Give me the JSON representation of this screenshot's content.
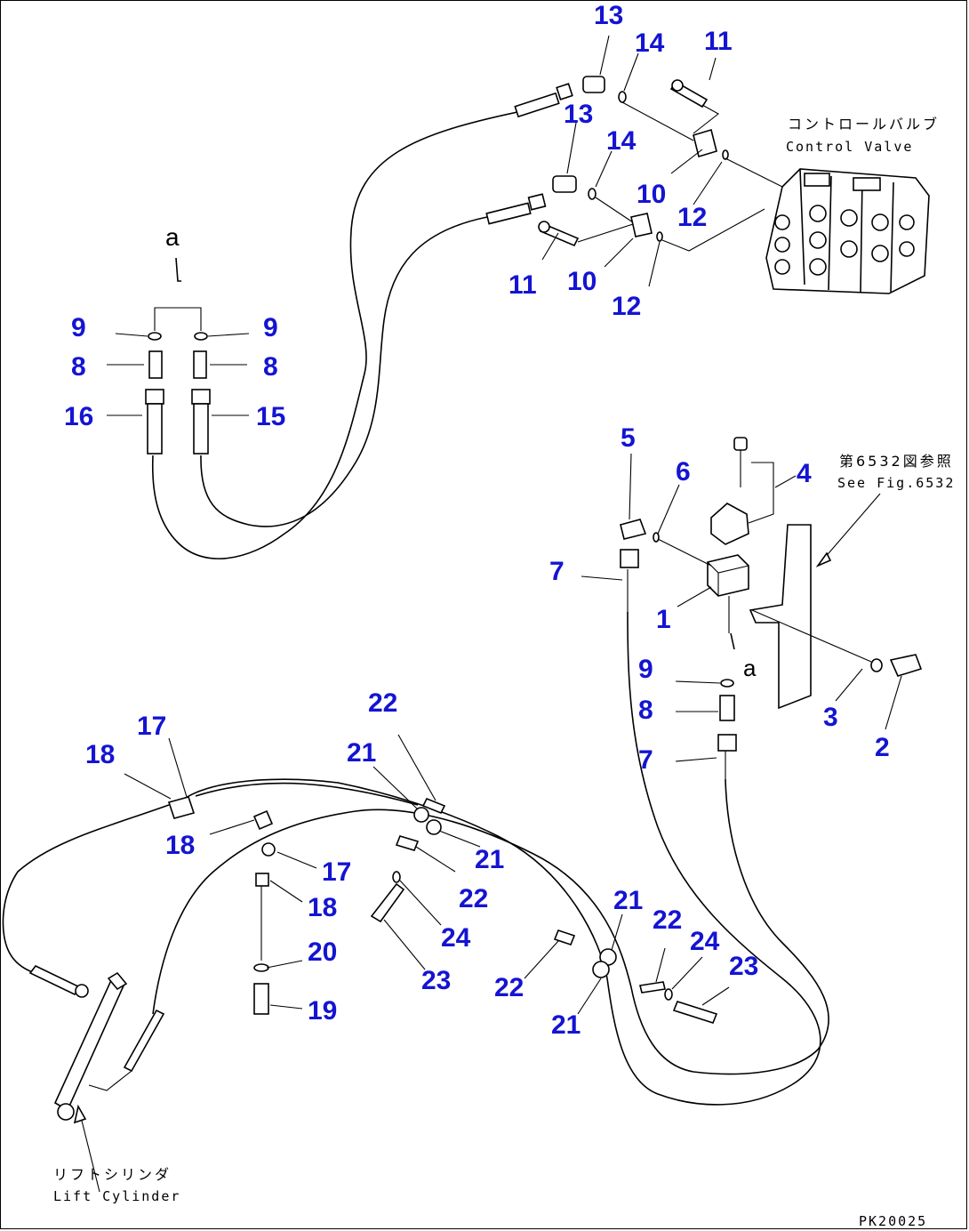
{
  "labels": {
    "control_valve_jp": "コントロールバルブ",
    "control_valve_en": "Control Valve",
    "see_fig_jp": "第6532図参照",
    "see_fig_en": "See Fig.6532",
    "lift_cylinder_jp": "リフトシリンダ",
    "lift_cylinder_en": "Lift Cylinder",
    "drawing_code": "PK20025",
    "ref_a_top": "a",
    "ref_a_mid": "a"
  },
  "callouts": {
    "c13a": "13",
    "c14a": "14",
    "c11a": "11",
    "c13b": "13",
    "c14b": "14",
    "c10a": "10",
    "c12a": "12",
    "c11b": "11",
    "c10b": "10",
    "c12b": "12",
    "c9a": "9",
    "c9b": "9",
    "c8a": "8",
    "c8b": "8",
    "c16": "16",
    "c15": "15",
    "c5": "5",
    "c6": "6",
    "c4": "4",
    "c7a": "7",
    "c1": "1",
    "c9c": "9",
    "c8c": "8",
    "c3": "3",
    "c2": "2",
    "c7b": "7",
    "c17a": "17",
    "c18a": "18",
    "c22a": "22",
    "c21a": "21",
    "c18b": "18",
    "c21b": "21",
    "c17b": "17",
    "c22b": "22",
    "c18c": "18",
    "c24a": "24",
    "c20": "20",
    "c23a": "23",
    "c19": "19",
    "c21c": "21",
    "c22c": "22",
    "c24b": "24",
    "c23b": "23",
    "c22d": "22",
    "c21d": "21"
  }
}
